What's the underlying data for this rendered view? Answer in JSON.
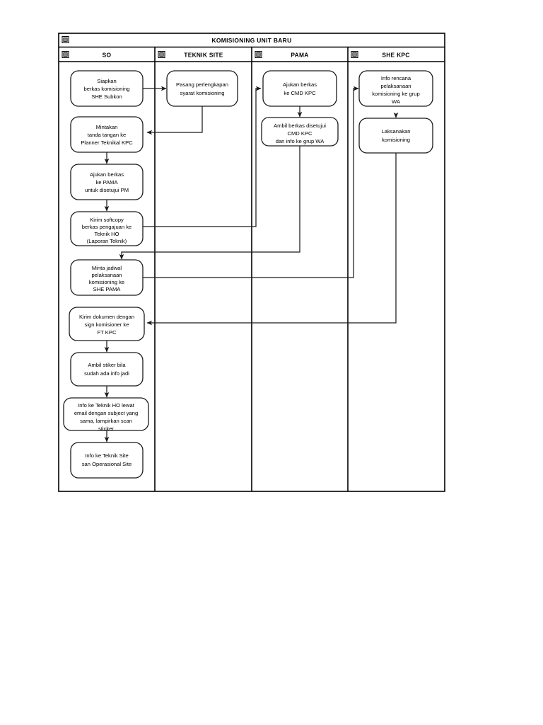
{
  "diagram": {
    "band_title": "KOMISIONING UNIT BARU",
    "collapse_icon": "collapse-minus-icon",
    "lanes": [
      {
        "id": "so",
        "label": "SO"
      },
      {
        "id": "teknik-site",
        "label": "TEKNIK SITE"
      },
      {
        "id": "pama",
        "label": "PAMA"
      },
      {
        "id": "she-kpc",
        "label": "SHE KPC"
      }
    ],
    "colors": {
      "stroke": "#1a1a1a",
      "frame": "#000000",
      "fill": "#ffffff",
      "glyph": "#8a8a8a"
    },
    "nodes": [
      {
        "id": "so-1",
        "lane": "so",
        "lines": [
          "Siapkan",
          "berkas komisioning",
          "SHE Subkon"
        ]
      },
      {
        "id": "so-2",
        "lane": "so",
        "lines": [
          "Mintakan",
          "tanda tangan ke",
          "Planner Teknikal KPC"
        ]
      },
      {
        "id": "so-3",
        "lane": "so",
        "lines": [
          "Ajukan berkas",
          "ke PAMA",
          "untuk disetujui PM"
        ]
      },
      {
        "id": "so-4",
        "lane": "so",
        "lines": [
          "Kirim softcopy",
          "berkas pengajuan ke",
          "Teknik HO",
          "(Laporan Teknik)"
        ]
      },
      {
        "id": "so-5",
        "lane": "so",
        "lines": [
          "Minta jadwal",
          "pelaksanaan",
          "komisioning ke",
          "SHE PAMA"
        ]
      },
      {
        "id": "so-6",
        "lane": "so",
        "lines": [
          "Kirim dokumen dengan",
          "sign komisioner ke",
          "FT KPC"
        ]
      },
      {
        "id": "so-7",
        "lane": "so",
        "lines": [
          "Ambil stiker bila",
          "sudah ada info jadi"
        ]
      },
      {
        "id": "so-8",
        "lane": "so",
        "lines": [
          "Info ke Teknik HO lewat",
          "email dengan subject yang",
          "sama, lampirkan scan",
          "sticker"
        ]
      },
      {
        "id": "so-9",
        "lane": "so",
        "lines": [
          "Info ke Teknik Site",
          "san Operasional Site"
        ]
      },
      {
        "id": "ts-1",
        "lane": "teknik-site",
        "lines": [
          "Pasang perlengkapan",
          "syarat komisioning"
        ]
      },
      {
        "id": "pm-1",
        "lane": "pama",
        "lines": [
          "Ajukan berkas",
          "ke CMD KPC"
        ]
      },
      {
        "id": "pm-2",
        "lane": "pama",
        "lines": [
          "Ambil berkas disetujui",
          "CMD KPC",
          "dan info ke grup WA"
        ]
      },
      {
        "id": "sk-1",
        "lane": "she-kpc",
        "lines": [
          "Info rencana",
          "pelaksanaan",
          "komisioning ke grup",
          "WA"
        ]
      },
      {
        "id": "sk-2",
        "lane": "she-kpc",
        "lines": [
          "Laksanakan",
          "komisioning"
        ]
      }
    ],
    "edges": [
      {
        "id": "e-so1-ts1",
        "from": "so-1",
        "to": "ts-1"
      },
      {
        "id": "e-ts1-so2",
        "from": "ts-1",
        "to": "so-2"
      },
      {
        "id": "e-so2-so3",
        "from": "so-2",
        "to": "so-3"
      },
      {
        "id": "e-so3-so4",
        "from": "so-3",
        "to": "so-4"
      },
      {
        "id": "e-so4-pm1",
        "from": "so-4",
        "to": "pm-1"
      },
      {
        "id": "e-pm1-pm2",
        "from": "pm-1",
        "to": "pm-2"
      },
      {
        "id": "e-pm2-so5",
        "from": "pm-2",
        "to": "so-5"
      },
      {
        "id": "e-so5-sk1",
        "from": "so-5",
        "to": "sk-1"
      },
      {
        "id": "e-sk1-sk2",
        "from": "sk-1",
        "to": "sk-2"
      },
      {
        "id": "e-sk2-so6",
        "from": "sk-2",
        "to": "so-6"
      },
      {
        "id": "e-so6-so7",
        "from": "so-6",
        "to": "so-7"
      },
      {
        "id": "e-so7-so8",
        "from": "so-7",
        "to": "so-8"
      },
      {
        "id": "e-so8-so9",
        "from": "so-8",
        "to": "so-9"
      }
    ]
  }
}
